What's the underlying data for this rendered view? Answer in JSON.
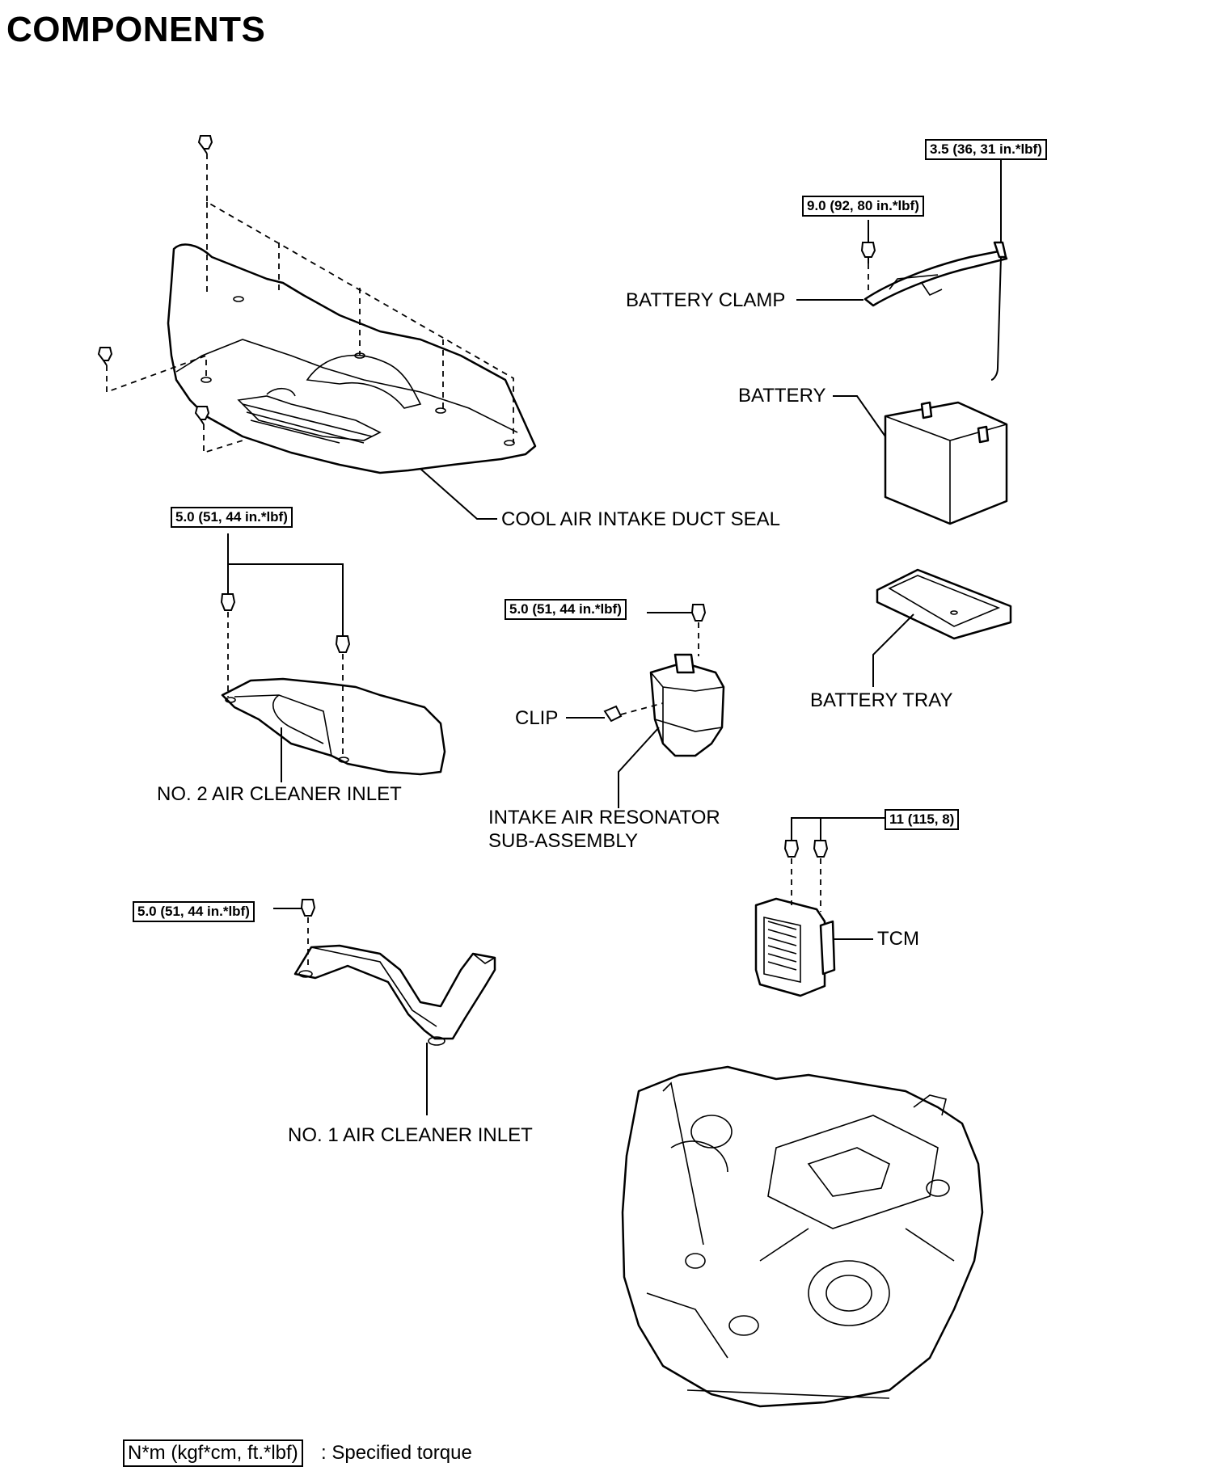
{
  "title": "COMPONENTS",
  "labels": {
    "cool_air_intake_duct_seal": "COOL AIR INTAKE DUCT SEAL",
    "battery_clamp": "BATTERY CLAMP",
    "battery": "BATTERY",
    "battery_tray": "BATTERY TRAY",
    "no2_air_cleaner_inlet": "NO. 2 AIR CLEANER INLET",
    "clip": "CLIP",
    "intake_air_resonator_line1": "INTAKE AIR RESONATOR",
    "intake_air_resonator_line2": "SUB-ASSEMBLY",
    "tcm": "TCM",
    "no1_air_cleaner_inlet": "NO. 1 AIR CLEANER INLET"
  },
  "torques": {
    "battery_clamp_rod": "3.5 (36, 31 in.*lbf)",
    "battery_clamp_bolt": "9.0 (92, 80 in.*lbf)",
    "no2_inlet": "5.0 (51, 44 in.*lbf)",
    "resonator": "5.0 (51, 44 in.*lbf)",
    "tcm": "11 (115, 8)",
    "no1_inlet": "5.0 (51, 44 in.*lbf)"
  },
  "legend": {
    "unit": "N*m (kgf*cm, ft.*lbf)",
    "text": ": Specified torque"
  }
}
